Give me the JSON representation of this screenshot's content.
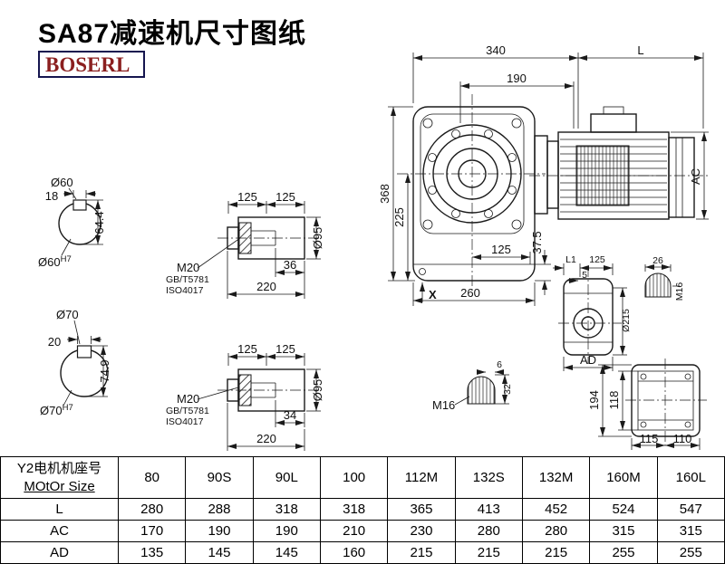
{
  "title": "SA87减速机尺寸图纸",
  "brand": "BOSERL",
  "main_view": {
    "d340": "340",
    "dL": "L",
    "d190": "190",
    "d368": "368",
    "d225": "225",
    "d37_5": "37.5",
    "d125": "125",
    "d260": "260",
    "dAC": "AC",
    "dX": "X"
  },
  "shaft_sections": {
    "s60": {
      "dia": "Ø60",
      "key_width": "18",
      "key_height": "64.4",
      "bore": "Ø60",
      "bore_tol": "H7"
    },
    "s70": {
      "dia": "Ø70",
      "key_width": "20",
      "key_height": "74.9",
      "bore": "Ø70",
      "bore_tol": "H7"
    }
  },
  "shaft_views": {
    "top": {
      "d125a": "125",
      "d125b": "125",
      "thread": "M20",
      "std1": "GB/T5781",
      "std2": "ISO4017",
      "depth": "36",
      "length": "220",
      "dia": "Ø95"
    },
    "bottom": {
      "d125a": "125",
      "d125b": "125",
      "thread": "M20",
      "std1": "GB/T5781",
      "std2": "ISO4017",
      "depth": "34",
      "length": "220",
      "dia": "Ø95"
    }
  },
  "side_view": {
    "dL1": "L1",
    "d125": "125",
    "d5": "5",
    "dia": "Ø215",
    "dAD": "AD"
  },
  "end_detail_right": {
    "width": "26",
    "thread": "M16"
  },
  "end_detail_bottom": {
    "d6": "6",
    "d32": "32",
    "thread": "M16"
  },
  "top_view": {
    "d194": "194",
    "d118": "118",
    "d115": "115",
    "d110": "110"
  },
  "table": {
    "header_line1": "Y2电机机座号",
    "header_line2": "MOtOr Size",
    "columns": [
      "80",
      "90S",
      "90L",
      "100",
      "112M",
      "132S",
      "132M",
      "160M",
      "160L"
    ],
    "rows": [
      {
        "label": "L",
        "values": [
          "280",
          "288",
          "318",
          "318",
          "365",
          "413",
          "452",
          "524",
          "547"
        ]
      },
      {
        "label": "AC",
        "values": [
          "170",
          "190",
          "190",
          "210",
          "230",
          "280",
          "280",
          "315",
          "315"
        ]
      },
      {
        "label": "AD",
        "values": [
          "135",
          "145",
          "145",
          "160",
          "215",
          "215",
          "215",
          "255",
          "255"
        ]
      }
    ]
  }
}
